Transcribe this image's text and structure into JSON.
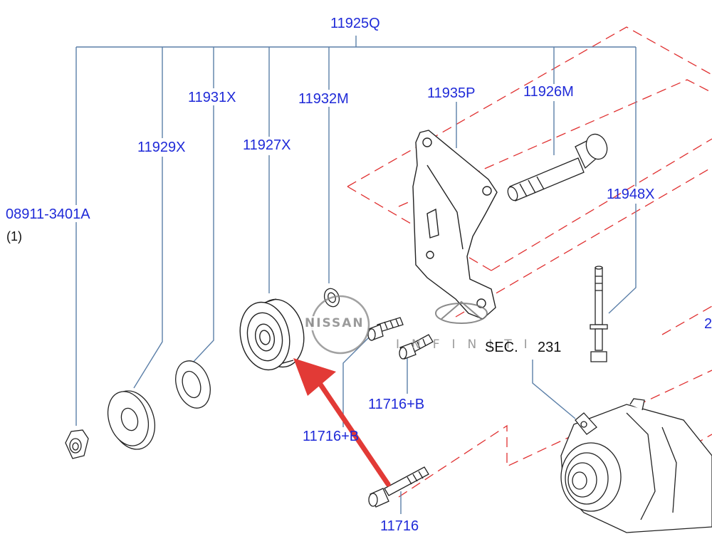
{
  "colors": {
    "label_blue": "#1f2ad8",
    "leader_line": "#5b7fa8",
    "dashed_red": "#e03030",
    "arrow_red": "#e23a36",
    "part_outline": "#222222"
  },
  "labels": {
    "top_group": "11925Q",
    "p11931x": "11931X",
    "p11932m": "11932M",
    "p11935p": "11935P",
    "p11926m": "11926M",
    "p11929x": "11929X",
    "p11927x": "11927X",
    "p08911": "08911-3401A",
    "p08911_qty": "(1)",
    "p11948x": "11948X",
    "sec_prefix": "SEC.",
    "sec_number": "231",
    "p11716b_1": "11716+B",
    "p11716b_2": "11716+B",
    "p11716": "11716",
    "edge_char": "2"
  },
  "watermarks": {
    "nissan": "NISSAN",
    "infiniti": "INFINITI"
  },
  "icons": {
    "annotation": "red-arrow-icon"
  }
}
